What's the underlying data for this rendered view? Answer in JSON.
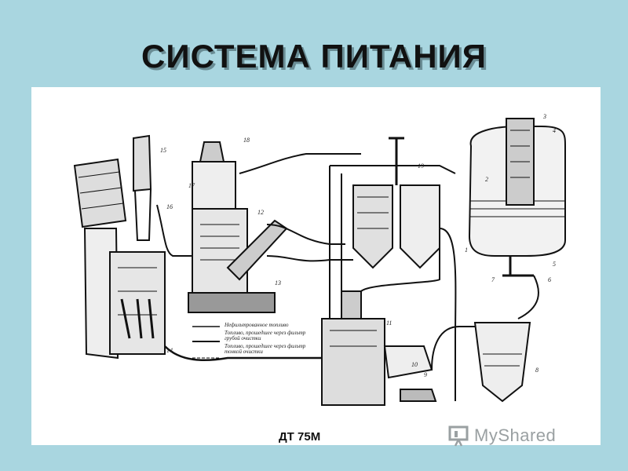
{
  "title": "СИСТЕМА ПИТАНИЯ",
  "caption": "ДТ 75М",
  "legend": [
    "Нефильтрованное топливо",
    "Топливо, прошедшее через фильтр грубой очистки",
    "Топливо, прошедшее через фильтр тонкой очистки"
  ],
  "watermark": {
    "text": "MyShared",
    "icon": "presentation-board-icon"
  },
  "part_numbers": [
    "1",
    "2",
    "3",
    "4",
    "5",
    "6",
    "7",
    "8",
    "9",
    "10",
    "11",
    "12",
    "13",
    "14",
    "15",
    "16",
    "17",
    "18",
    "19"
  ],
  "colors": {
    "background": "#a9d6e0",
    "panel": "#ffffff",
    "ink": "#111111"
  }
}
